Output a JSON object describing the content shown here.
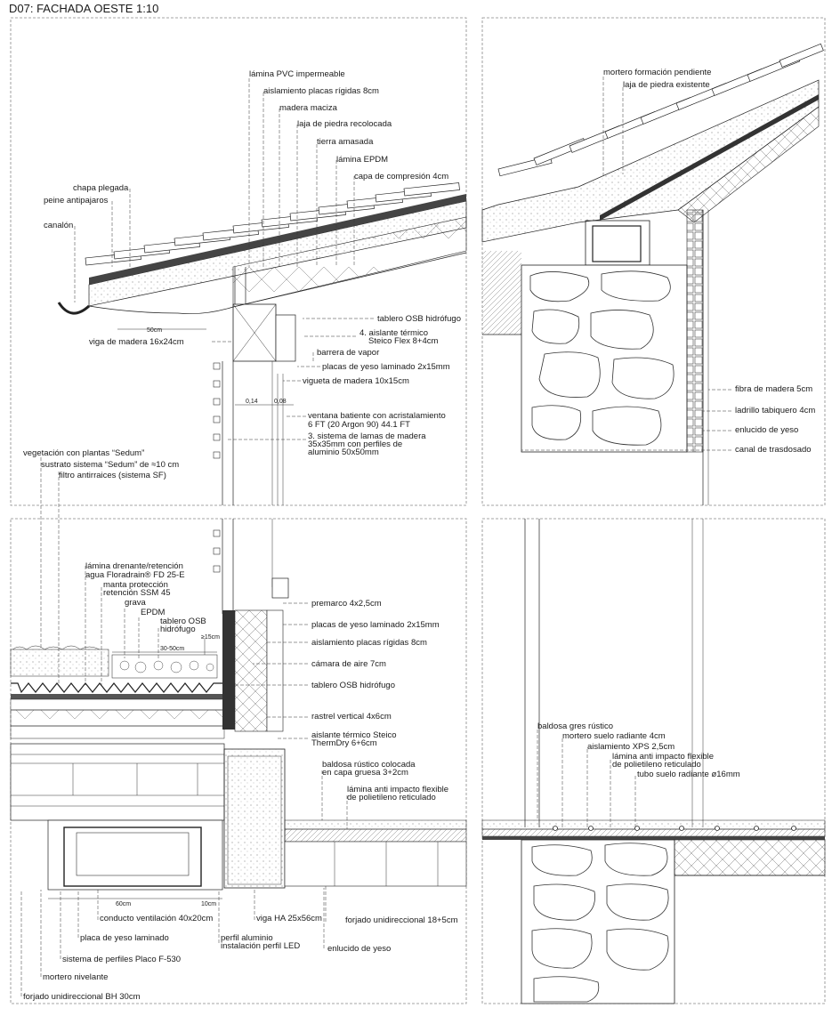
{
  "title": "D07: FACHADA OESTE 1:10",
  "panels": {
    "top_left": {
      "labels": [
        "lámina PVC impermeable",
        "aislamiento placas rígidas 8cm",
        "madera maciza",
        "laja de piedra recolocada",
        "tierra amasada",
        "lámina EPDM",
        "capa de compresión 4cm",
        "chapa plegada",
        "peine antipajaros",
        "canalón",
        "tablero OSB hidrófugo",
        "4. aislante térmico",
        "Steico Flex 8+4cm",
        "viga de madera 16x24cm",
        "barrera de vapor",
        "placas de yeso laminado 2x15mm",
        "vigueta de madera 10x15cm",
        "ventana batiente con acristalamiento",
        "6 FT (20 Argon 90) 44.1 FT",
        "3. sistema de lamas de madera",
        "35x35mm con perfiles de",
        "aluminio 50x50mm"
      ],
      "dims": [
        "50cm",
        "0,14",
        "0,08"
      ]
    },
    "top_right": {
      "labels": [
        "mortero formación pendiente",
        "laja de piedra existente",
        "fibra de madera 5cm",
        "ladrillo tabiquero 4cm",
        "enlucido de yeso",
        "canal de trasdosado"
      ]
    },
    "bottom_left": {
      "labels": [
        "vegetación con plantas “Sedum”",
        "sustrato sistema “Sedum” de ≈10 cm",
        "filtro antirraices (sistema SF)",
        "lámina drenante/retención",
        "agua Floradrain® FD 25-E",
        "manta protección",
        "retención SSM 45",
        "grava",
        "EPDM",
        "tablero OSB",
        "hidrófugo",
        "premarco 4x2,5cm",
        "placas de yeso laminado 2x15mm",
        "aislamiento placas rígidas 8cm",
        "cámara de aire 7cm",
        "tablero OSB hidrófugo",
        "rastrel vertical 4x6cm",
        "aislante térmico Steico",
        "ThermDry 6+6cm",
        "baldosa rústico colocada",
        "en capa gruesa 3+2cm",
        "lámina anti impacto flexible",
        "de polietileno reticulado",
        "conducto ventilación 40x20cm",
        "viga HA 25x56cm",
        "forjado unidireccional 18+5cm",
        "placa de yeso laminado",
        "perfil aluminio",
        "instalación perfil LED",
        "enlucido de yeso",
        "sistema de perfiles Placo F-530",
        "mortero nivelante",
        "forjado unidireccional BH 30cm"
      ],
      "dims": [
        "≥15cm",
        "30-50cm",
        "60cm",
        "10cm"
      ]
    },
    "bottom_right": {
      "labels": [
        "baldosa gres rústico",
        "mortero suelo radiante 4cm",
        "aislamiento XPS 2,5cm",
        "lámina anti impacto flexible",
        "de polietileno reticulado",
        "tubo suelo radiante ø16mm"
      ]
    }
  }
}
